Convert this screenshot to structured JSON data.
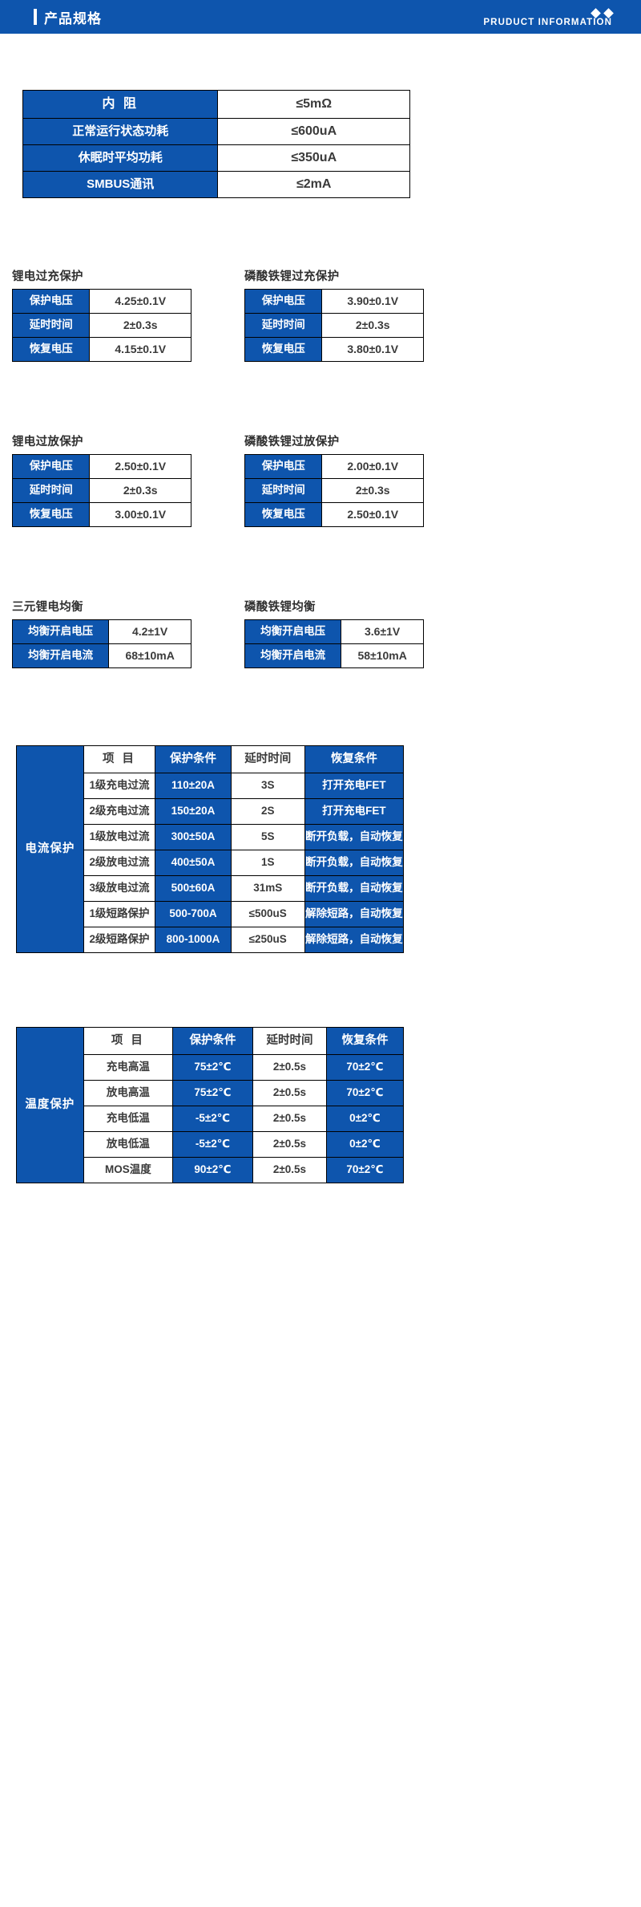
{
  "header": {
    "title": "产品规格",
    "subtitle": "PRUDUCT INFORMATION",
    "accent_color": "#0e55ad"
  },
  "spec_table": {
    "rows": [
      {
        "label": "内  阻",
        "value": "≤5mΩ"
      },
      {
        "label": "正常运行状态功耗",
        "value": "≤600uA"
      },
      {
        "label": "休眠时平均功耗",
        "value": "≤350uA"
      },
      {
        "label": "SMBUS通讯",
        "value": "≤2mA"
      }
    ]
  },
  "pairs": [
    {
      "left": {
        "caption": "锂电过充保护",
        "rows": [
          {
            "label": "保护电压",
            "value": "4.25±0.1V"
          },
          {
            "label": "延时时间",
            "value": "2±0.3s"
          },
          {
            "label": "恢复电压",
            "value": "4.15±0.1V"
          }
        ]
      },
      "right": {
        "caption": "磷酸铁锂过充保护",
        "rows": [
          {
            "label": "保护电压",
            "value": "3.90±0.1V"
          },
          {
            "label": "延时时间",
            "value": "2±0.3s"
          },
          {
            "label": "恢复电压",
            "value": "3.80±0.1V"
          }
        ]
      }
    },
    {
      "left": {
        "caption": "锂电过放保护",
        "rows": [
          {
            "label": "保护电压",
            "value": "2.50±0.1V"
          },
          {
            "label": "延时时间",
            "value": "2±0.3s"
          },
          {
            "label": "恢复电压",
            "value": "3.00±0.1V"
          }
        ]
      },
      "right": {
        "caption": "磷酸铁锂过放保护",
        "rows": [
          {
            "label": "保护电压",
            "value": "2.00±0.1V"
          },
          {
            "label": "延时时间",
            "value": "2±0.3s"
          },
          {
            "label": "恢复电压",
            "value": "2.50±0.1V"
          }
        ]
      }
    }
  ],
  "balance": {
    "left": {
      "caption": "三元锂电均衡",
      "rows": [
        {
          "label": "均衡开启电压",
          "value": "4.2±1V"
        },
        {
          "label": "均衡开启电流",
          "value": "68±10mA"
        }
      ]
    },
    "right": {
      "caption": "磷酸铁锂均衡",
      "rows": [
        {
          "label": "均衡开启电压",
          "value": "3.6±1V"
        },
        {
          "label": "均衡开启电流",
          "value": "58±10mA"
        }
      ]
    }
  },
  "current_protection": {
    "side_label": "电流保护",
    "headers": [
      "项  目",
      "保护条件",
      "延时时间",
      "恢复条件"
    ],
    "rows": [
      {
        "item": "1级充电过流",
        "cond": "110±20A",
        "delay": "3S",
        "recover": "打开充电FET"
      },
      {
        "item": "2级充电过流",
        "cond": "150±20A",
        "delay": "2S",
        "recover": "打开充电FET"
      },
      {
        "item": "1级放电过流",
        "cond": "300±50A",
        "delay": "5S",
        "recover": "断开负载，自动恢复"
      },
      {
        "item": "2级放电过流",
        "cond": "400±50A",
        "delay": "1S",
        "recover": "断开负载，自动恢复"
      },
      {
        "item": "3级放电过流",
        "cond": "500±60A",
        "delay": "31mS",
        "recover": "断开负载，自动恢复"
      },
      {
        "item": "1级短路保护",
        "cond": "500-700A",
        "delay": "≤500uS",
        "recover": "解除短路，自动恢复"
      },
      {
        "item": "2级短路保护",
        "cond": "800-1000A",
        "delay": "≤250uS",
        "recover": "解除短路，自动恢复"
      }
    ]
  },
  "temperature_protection": {
    "side_label": "温度保护",
    "headers": [
      "项  目",
      "保护条件",
      "延时时间",
      "恢复条件"
    ],
    "rows": [
      {
        "item": "充电高温",
        "cond": "75±2℃",
        "delay": "2±0.5s",
        "recover": "70±2℃"
      },
      {
        "item": "放电高温",
        "cond": "75±2℃",
        "delay": "2±0.5s",
        "recover": "70±2℃"
      },
      {
        "item": "充电低温",
        "cond": "-5±2℃",
        "delay": "2±0.5s",
        "recover": "0±2℃"
      },
      {
        "item": "放电低温",
        "cond": "-5±2℃",
        "delay": "2±0.5s",
        "recover": "0±2℃"
      },
      {
        "item": "MOS温度",
        "cond": "90±2℃",
        "delay": "2±0.5s",
        "recover": "70±2℃"
      }
    ]
  }
}
